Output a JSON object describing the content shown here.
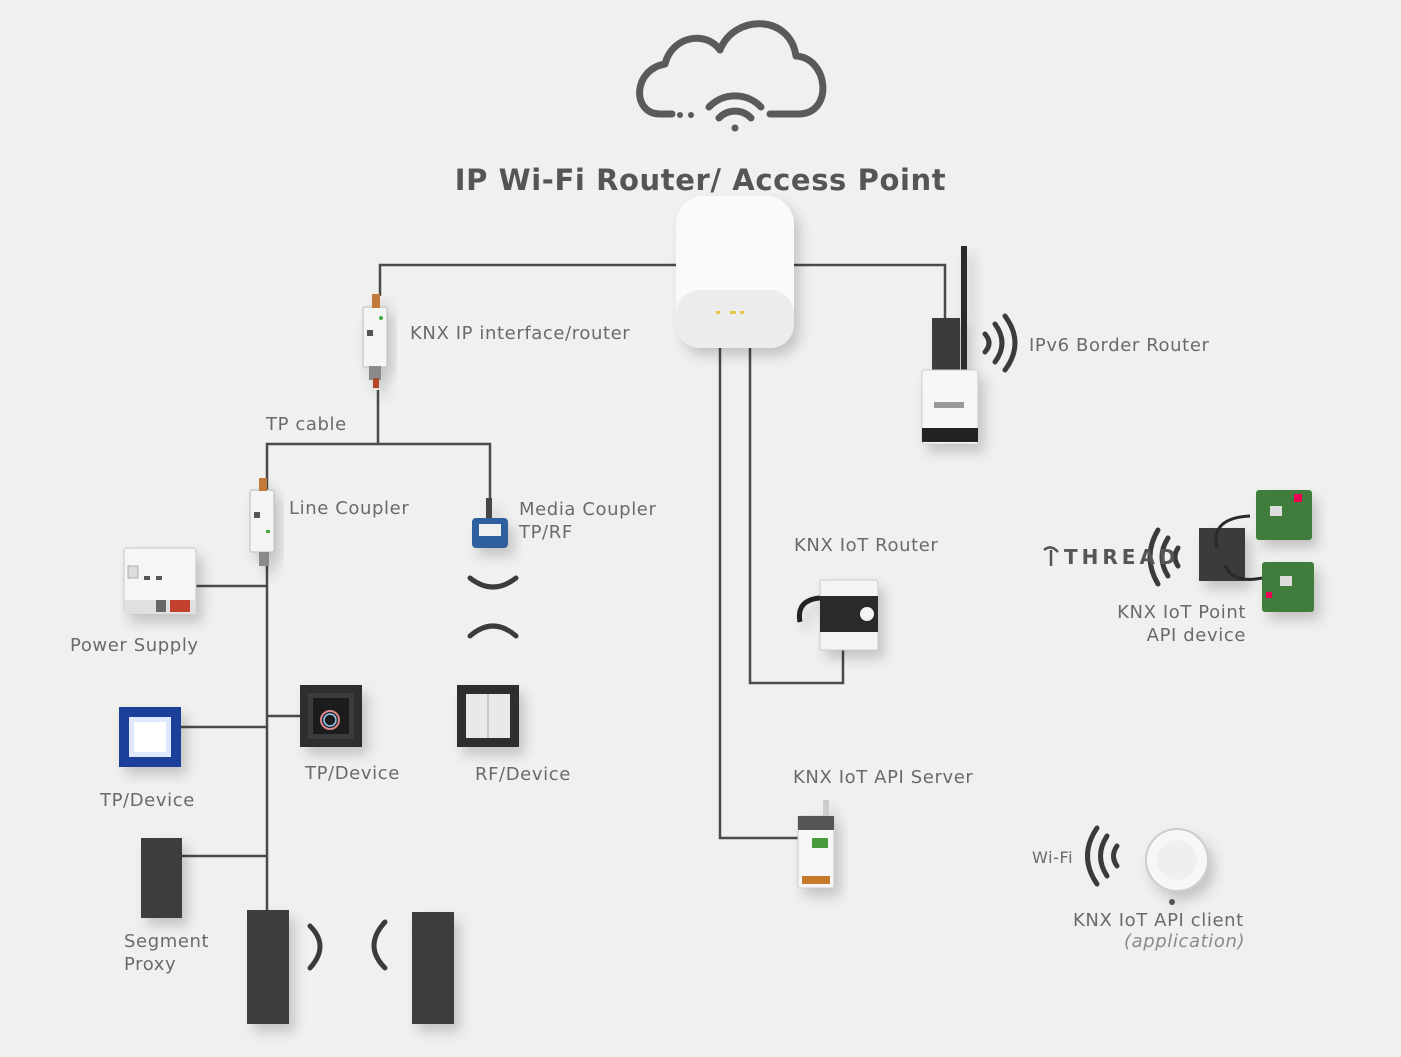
{
  "title": "IP Wi-Fi Router/ Access Point",
  "labels": {
    "knx_ip_router": "KNX IP interface/router",
    "tp_cable": "TP cable",
    "line_coupler": "Line Coupler",
    "media_coupler_1": "Media Coupler",
    "media_coupler_2": "TP/RF",
    "power_supply": "Power Supply",
    "tp_device_a": "TP/Device",
    "tp_device_b": "TP/Device",
    "rf_device": "RF/Device",
    "segment_proxy_1": "Segment",
    "segment_proxy_2": "Proxy",
    "ipv6_border_router": "IPv6 Border Router",
    "knx_iot_router": "KNX IoT Router",
    "thread_logo": "THREAD",
    "iot_point_api_1": "KNX IoT Point",
    "iot_point_api_2": "API device",
    "iot_api_server": "KNX IoT API Server",
    "wifi": "Wi-Fi",
    "iot_api_client": "KNX IoT  API client",
    "application": "(application)"
  },
  "colors": {
    "background": "#f0f0ef",
    "cable": "#4a4a4a",
    "text": "#6a6a6a",
    "device_dark": "#3b3b3b",
    "device_white": "#fafafa",
    "pcb_green": "#3f7d3c",
    "screen_blue": "#1c3f99"
  },
  "icons": [
    "cloud-wifi-icon",
    "wireless-wave-icon",
    "thread-logo-icon"
  ]
}
